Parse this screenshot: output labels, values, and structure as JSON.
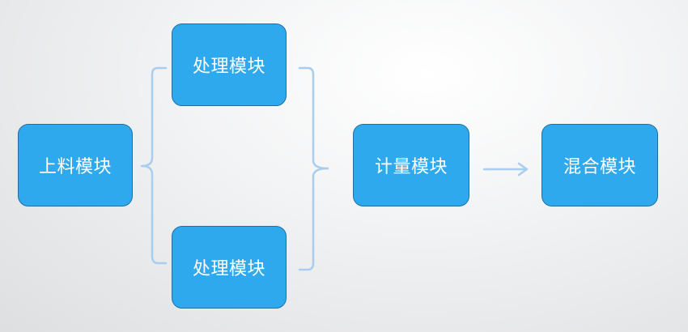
{
  "colors": {
    "node_fill": "#2fa9ee",
    "node_border": "#1f6fa6",
    "connector": "#a9cdef",
    "text": "#ffffff"
  },
  "nodes": {
    "feed": {
      "label": "上料模块"
    },
    "process_top": {
      "label": "处理模块"
    },
    "process_bottom": {
      "label": "处理模块"
    },
    "metering": {
      "label": "计量模块"
    },
    "mixing": {
      "label": "混合模块"
    }
  }
}
